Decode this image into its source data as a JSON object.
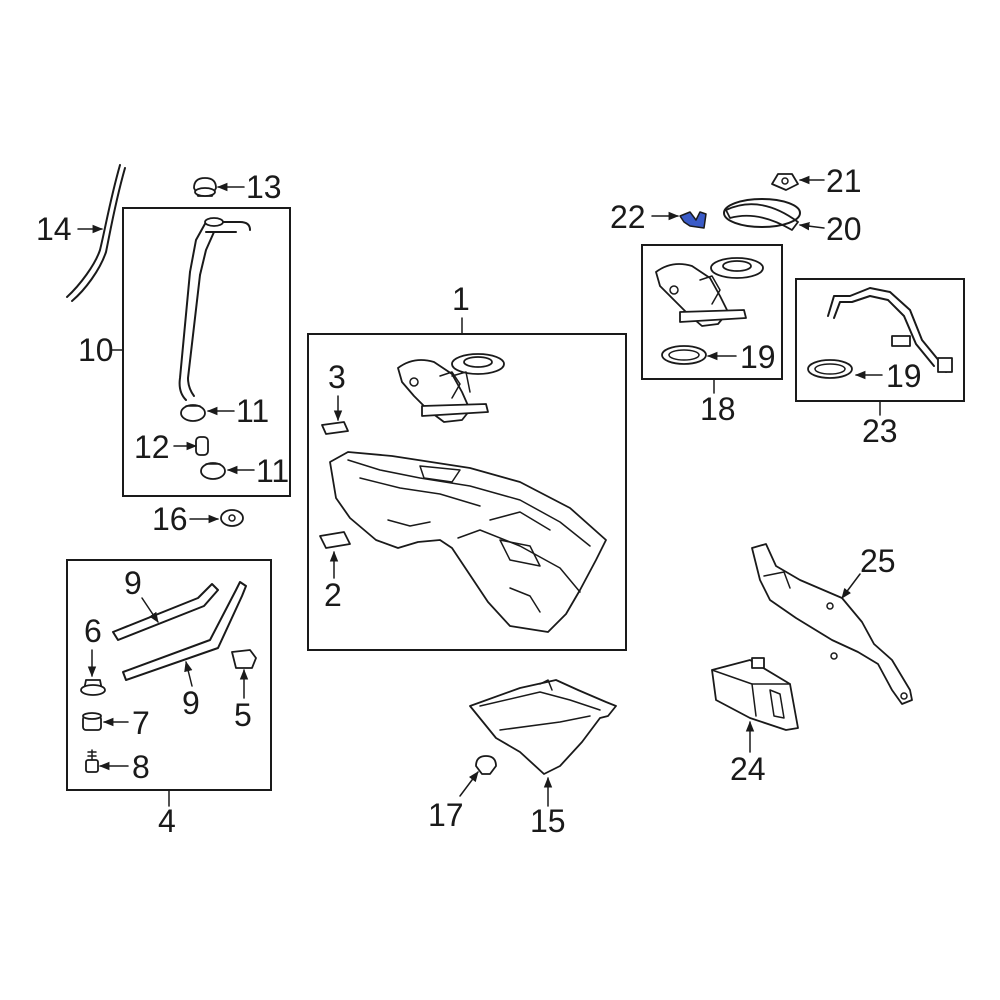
{
  "callouts": {
    "c1": "1",
    "c2": "2",
    "c3": "3",
    "c4": "4",
    "c5": "5",
    "c6": "6",
    "c7": "7",
    "c8": "8",
    "c9a": "9",
    "c9b": "9",
    "c10": "10",
    "c11a": "11",
    "c11b": "11",
    "c12": "12",
    "c13": "13",
    "c14": "14",
    "c15": "15",
    "c16": "16",
    "c17": "17",
    "c18": "18",
    "c19a": "19",
    "c19b": "19",
    "c20": "20",
    "c21": "21",
    "c22": "22",
    "c23": "23",
    "c24": "24",
    "c25": "25"
  },
  "colors": {
    "line": "#1a1a1a",
    "highlight": "#3a5bc7",
    "background": "#ffffff"
  },
  "highlighted_part": "22"
}
